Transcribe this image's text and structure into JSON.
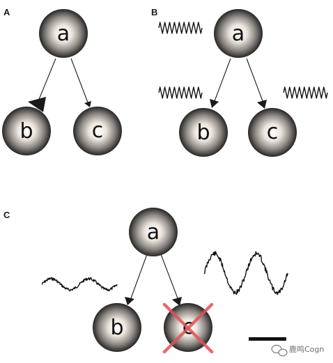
{
  "panels": {
    "A": {
      "label": "A",
      "nodes": {
        "a": "a",
        "b": "b",
        "c": "c"
      }
    },
    "B": {
      "label": "B",
      "nodes": {
        "a": "a",
        "b": "b",
        "c": "c"
      }
    },
    "C": {
      "label": "C",
      "nodes": {
        "a": "a",
        "b": "b",
        "c": "c"
      },
      "removed_node": "c"
    }
  },
  "colors": {
    "node_center": "#ffffff",
    "node_edge": "#2a2a2a",
    "cross": "#e0525a",
    "ink": "#1a1a1a"
  },
  "watermark": {
    "icon": "chat-bubble-icon",
    "text": "鹿鸣Cogn"
  }
}
